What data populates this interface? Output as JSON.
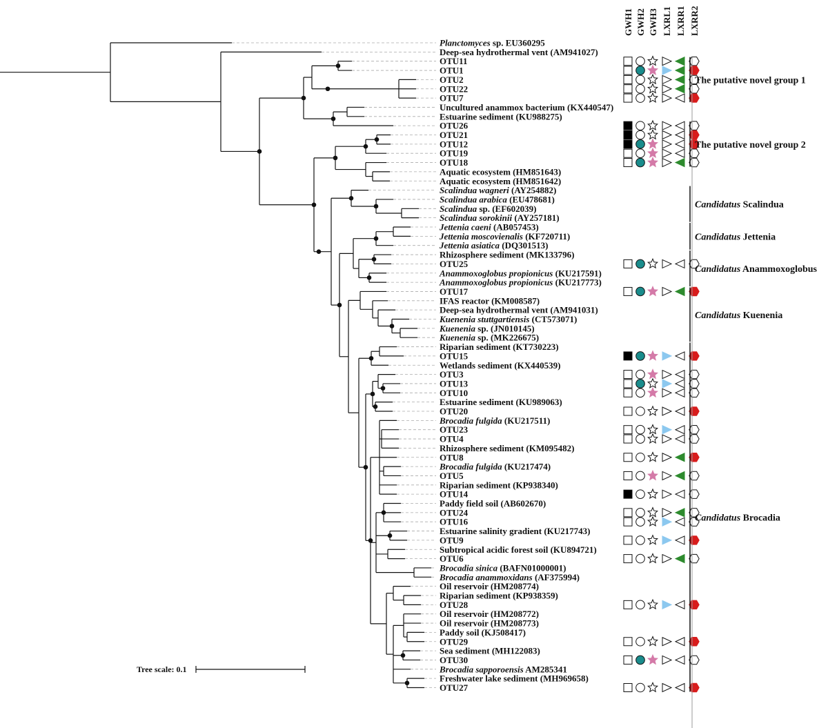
{
  "trait_headers": [
    "GWH1",
    "GWH2",
    "GWH3",
    "LXRL1",
    "LXRR1",
    "LXRR2"
  ],
  "colors": {
    "gwh2_filled": "#1a8c8c",
    "gwh3_filled": "#d47aa8",
    "lxrl1_filled": "#8cc8ef",
    "lxrr1_filled": "#2e8b2e",
    "lxrr2_filled": "#d81c1c",
    "gwh1_filled": "#000000"
  },
  "leaves": [
    {
      "parts": [
        {
          "t": "Planctomyces",
          "i": true
        },
        {
          "t": " sp. EU360295"
        }
      ]
    },
    {
      "parts": [
        {
          "t": "Deep-sea hydrothermal vent (AM941027)"
        }
      ]
    },
    {
      "parts": [
        {
          "t": "OTU11"
        }
      ],
      "traits": [
        0,
        0,
        0,
        0,
        1,
        0
      ]
    },
    {
      "parts": [
        {
          "t": "OTU1"
        }
      ],
      "traits": [
        0,
        1,
        1,
        1,
        1,
        1
      ]
    },
    {
      "parts": [
        {
          "t": "OTU2"
        }
      ],
      "traits": [
        0,
        0,
        0,
        0,
        1,
        0
      ]
    },
    {
      "parts": [
        {
          "t": "OTU22"
        }
      ],
      "traits": [
        0,
        0,
        0,
        0,
        1,
        0
      ]
    },
    {
      "parts": [
        {
          "t": "OTU7"
        }
      ],
      "traits": [
        0,
        0,
        0,
        0,
        0,
        1
      ]
    },
    {
      "parts": [
        {
          "t": "Uncultured anammox bacterium (KX440547)"
        }
      ]
    },
    {
      "parts": [
        {
          "t": "Estuarine sediment (KU988275)"
        }
      ]
    },
    {
      "parts": [
        {
          "t": "OTU26"
        }
      ],
      "traits": [
        1,
        0,
        0,
        0,
        0,
        0
      ]
    },
    {
      "parts": [
        {
          "t": "OTU21"
        }
      ],
      "traits": [
        1,
        0,
        0,
        0,
        0,
        1
      ]
    },
    {
      "parts": [
        {
          "t": "OTU12"
        }
      ],
      "traits": [
        1,
        1,
        1,
        0,
        0,
        1
      ]
    },
    {
      "parts": [
        {
          "t": "OTU19"
        }
      ],
      "traits": [
        0,
        0,
        1,
        0,
        0,
        0
      ]
    },
    {
      "parts": [
        {
          "t": "OTU18"
        }
      ],
      "traits": [
        0,
        1,
        1,
        0,
        1,
        0
      ]
    },
    {
      "parts": [
        {
          "t": "Aquatic ecosystem (HM851643)"
        }
      ]
    },
    {
      "parts": [
        {
          "t": "Aquatic ecosystem (HM851642)"
        }
      ]
    },
    {
      "parts": [
        {
          "t": "Scalindua wagneri",
          "i": true
        },
        {
          "t": " (AY254882)"
        }
      ]
    },
    {
      "parts": [
        {
          "t": "Scalindua arabica",
          "i": true
        },
        {
          "t": " (EU478681)"
        }
      ]
    },
    {
      "parts": [
        {
          "t": "Scalindua",
          "i": true
        },
        {
          "t": " sp. (EF602039)"
        }
      ]
    },
    {
      "parts": [
        {
          "t": "Scalindua sorokinii",
          "i": true
        },
        {
          "t": " (AY257181)"
        }
      ]
    },
    {
      "parts": [
        {
          "t": "Jettenia caeni",
          "i": true
        },
        {
          "t": " (AB057453)"
        }
      ]
    },
    {
      "parts": [
        {
          "t": "Jettenia moscovienalis",
          "i": true
        },
        {
          "t": " (KF720711)"
        }
      ]
    },
    {
      "parts": [
        {
          "t": "Jettenia asiatica",
          "i": true
        },
        {
          "t": " (DQ301513)"
        }
      ]
    },
    {
      "parts": [
        {
          "t": "Rhizosphere sediment (MK133796)"
        }
      ]
    },
    {
      "parts": [
        {
          "t": "OTU25"
        }
      ],
      "traits": [
        0,
        1,
        0,
        0,
        0,
        0
      ]
    },
    {
      "parts": [
        {
          "t": "Anammoxoglobus propionicus",
          "i": true
        },
        {
          "t": " (KU217591)"
        }
      ]
    },
    {
      "parts": [
        {
          "t": "Anammoxoglobus propionicus",
          "i": true
        },
        {
          "t": " (KU217773)"
        }
      ]
    },
    {
      "parts": [
        {
          "t": "OTU17"
        }
      ],
      "traits": [
        0,
        1,
        1,
        0,
        1,
        1
      ]
    },
    {
      "parts": [
        {
          "t": "IFAS reactor (KM008587)"
        }
      ]
    },
    {
      "parts": [
        {
          "t": "Deep-sea hydrothermal vent (AM941031)"
        }
      ]
    },
    {
      "parts": [
        {
          "t": "Kuenenia stuttgartiensis",
          "i": true
        },
        {
          "t": " (CT573071)"
        }
      ]
    },
    {
      "parts": [
        {
          "t": "Kuenenia",
          "i": true
        },
        {
          "t": " sp. (JN010145)"
        }
      ]
    },
    {
      "parts": [
        {
          "t": "Kuenenia",
          "i": true
        },
        {
          "t": " sp. (MK226675)"
        }
      ]
    },
    {
      "parts": [
        {
          "t": "Riparian sediment (KT730223)"
        }
      ]
    },
    {
      "parts": [
        {
          "t": "OTU15"
        }
      ],
      "traits": [
        1,
        1,
        1,
        1,
        0,
        1
      ]
    },
    {
      "parts": [
        {
          "t": "Wetlands sediment (KX440539)"
        }
      ]
    },
    {
      "parts": [
        {
          "t": "OTU3"
        }
      ],
      "traits": [
        0,
        0,
        1,
        0,
        0,
        0
      ]
    },
    {
      "parts": [
        {
          "t": "OTU13"
        }
      ],
      "traits": [
        0,
        1,
        0,
        1,
        0,
        0
      ]
    },
    {
      "parts": [
        {
          "t": "OTU10"
        }
      ],
      "traits": [
        0,
        0,
        1,
        0,
        0,
        0
      ]
    },
    {
      "parts": [
        {
          "t": "Estuarine sediment (KU989063)"
        }
      ]
    },
    {
      "parts": [
        {
          "t": "OTU20"
        }
      ],
      "traits": [
        0,
        0,
        0,
        0,
        0,
        1
      ]
    },
    {
      "parts": [
        {
          "t": "Brocadia fulgida",
          "i": true
        },
        {
          "t": " (KU217511)"
        }
      ]
    },
    {
      "parts": [
        {
          "t": "OTU23"
        }
      ],
      "traits": [
        0,
        0,
        0,
        1,
        0,
        0
      ]
    },
    {
      "parts": [
        {
          "t": "OTU4"
        }
      ],
      "traits": [
        0,
        0,
        0,
        0,
        0,
        0
      ]
    },
    {
      "parts": [
        {
          "t": "Rhizosphere sediment (KM095482)"
        }
      ]
    },
    {
      "parts": [
        {
          "t": "OTU8"
        }
      ],
      "traits": [
        0,
        0,
        0,
        0,
        1,
        1
      ]
    },
    {
      "parts": [
        {
          "t": "Brocadia fulgida",
          "i": true
        },
        {
          "t": " (KU217474)"
        }
      ]
    },
    {
      "parts": [
        {
          "t": "OTU5"
        }
      ],
      "traits": [
        0,
        0,
        1,
        0,
        1,
        0
      ]
    },
    {
      "parts": [
        {
          "t": "Riparian sediment (KP938340)"
        }
      ]
    },
    {
      "parts": [
        {
          "t": "OTU14"
        }
      ],
      "traits": [
        1,
        0,
        0,
        0,
        0,
        0
      ]
    },
    {
      "parts": [
        {
          "t": "Paddy field soil (AB602670)"
        }
      ]
    },
    {
      "parts": [
        {
          "t": "OTU24"
        }
      ],
      "traits": [
        0,
        0,
        0,
        0,
        1,
        0
      ]
    },
    {
      "parts": [
        {
          "t": "OTU16"
        }
      ],
      "traits": [
        0,
        0,
        0,
        1,
        0,
        0
      ]
    },
    {
      "parts": [
        {
          "t": "Estuarine salinity gradient (KU217743)"
        }
      ]
    },
    {
      "parts": [
        {
          "t": "OTU9"
        }
      ],
      "traits": [
        0,
        0,
        0,
        1,
        0,
        1
      ]
    },
    {
      "parts": [
        {
          "t": "Subtropical acidic forest soil (KU894721)"
        }
      ]
    },
    {
      "parts": [
        {
          "t": "OTU6"
        }
      ],
      "traits": [
        0,
        0,
        0,
        0,
        1,
        0
      ]
    },
    {
      "parts": [
        {
          "t": "Brocadia sinica",
          "i": true
        },
        {
          "t": " (BAFN01000001)"
        }
      ]
    },
    {
      "parts": [
        {
          "t": "Brocadia anammoxidans",
          "i": true
        },
        {
          "t": " (AF375994)"
        }
      ]
    },
    {
      "parts": [
        {
          "t": "Oil reservoir (HM208774)"
        }
      ]
    },
    {
      "parts": [
        {
          "t": "Riparian sediment (KP938359)"
        }
      ]
    },
    {
      "parts": [
        {
          "t": "OTU28"
        }
      ],
      "traits": [
        0,
        0,
        0,
        1,
        0,
        1
      ]
    },
    {
      "parts": [
        {
          "t": "Oil reservoir (HM208772)"
        }
      ]
    },
    {
      "parts": [
        {
          "t": "Oil reservoir (HM208773)"
        }
      ]
    },
    {
      "parts": [
        {
          "t": "Paddy soil (KJ508417)"
        }
      ]
    },
    {
      "parts": [
        {
          "t": "OTU29"
        }
      ],
      "traits": [
        0,
        0,
        0,
        0,
        0,
        1
      ]
    },
    {
      "parts": [
        {
          "t": "Sea sediment (MH122083)"
        }
      ]
    },
    {
      "parts": [
        {
          "t": "OTU30"
        }
      ],
      "traits": [
        0,
        1,
        1,
        0,
        0,
        0
      ]
    },
    {
      "parts": [
        {
          "t": "Brocadia sapporoensis",
          "i": true
        },
        {
          "t": " AM285341"
        }
      ]
    },
    {
      "parts": [
        {
          "t": "Freshwater lake sediment (MH969658)"
        }
      ]
    },
    {
      "parts": [
        {
          "t": "OTU27"
        }
      ],
      "traits": [
        0,
        0,
        0,
        0,
        0,
        1
      ]
    }
  ],
  "clades": [
    {
      "parts": [
        {
          "t": "The putative novel group 1"
        }
      ],
      "from": 2,
      "to": 6
    },
    {
      "parts": [
        {
          "t": "The putative novel group 2"
        }
      ],
      "from": 9,
      "to": 13
    },
    {
      "parts": [
        {
          "t": "Candidatus",
          "i": true
        },
        {
          "t": " Scalindua"
        }
      ],
      "from": 16,
      "to": 19
    },
    {
      "parts": [
        {
          "t": "Candidatus",
          "i": true
        },
        {
          "t": " Jettenia"
        }
      ],
      "from": 20,
      "to": 22
    },
    {
      "parts": [
        {
          "t": "Candidatus",
          "i": true
        },
        {
          "t": " Anammoxoglobus"
        }
      ],
      "from": 23,
      "to": 26
    },
    {
      "parts": [
        {
          "t": "Candidatus",
          "i": true
        },
        {
          "t": " Kuenenia"
        }
      ],
      "from": 27,
      "to": 32
    },
    {
      "parts": [
        {
          "t": "Candidatus",
          "i": true
        },
        {
          "t": " Brocadia"
        }
      ],
      "from": 33,
      "to": 70
    }
  ],
  "scale_bar": {
    "label": "Tree scale: 0.1"
  }
}
